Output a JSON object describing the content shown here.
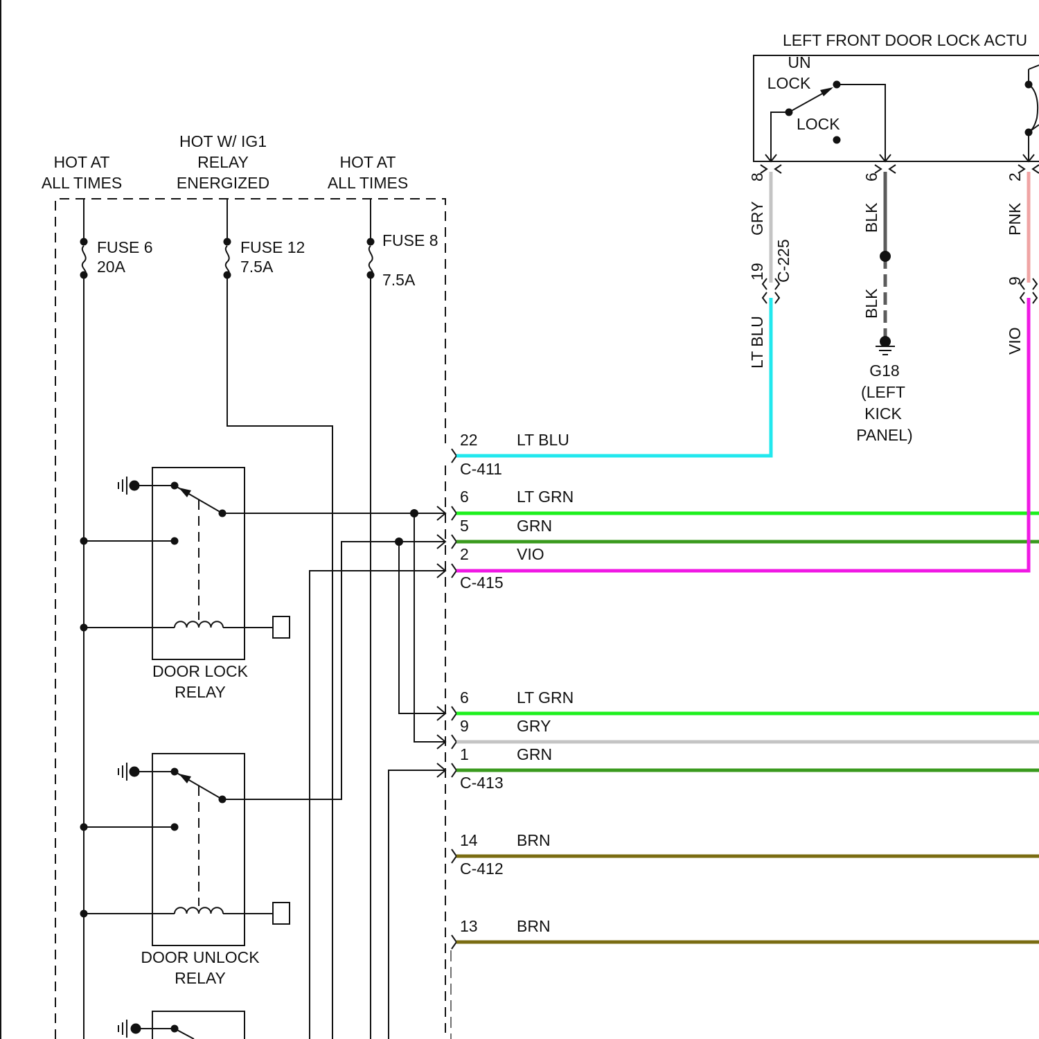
{
  "colors": {
    "lt_blu": "#22e8ee",
    "lt_grn": "#1ef01e",
    "grn": "#3a9a1e",
    "vio": "#f018e4",
    "gry": "#c4c4c4",
    "blk": "#5c5c5c",
    "pnk": "#f0a4a4",
    "brn": "#7a6c12"
  },
  "power": {
    "hot_at_all_times_left": [
      "HOT AT",
      "ALL TIMES"
    ],
    "hot_w_ig1": [
      "HOT W/ IG1",
      "RELAY",
      "ENERGIZED"
    ],
    "hot_at_all_times_right": [
      "HOT AT",
      "ALL TIMES"
    ]
  },
  "fuses": {
    "fuse6": {
      "name": "FUSE 6",
      "rating": "20A"
    },
    "fuse12": {
      "name": "FUSE 12",
      "rating": "7.5A"
    },
    "fuse8": {
      "name": "FUSE 8",
      "rating": "7.5A"
    }
  },
  "relays": {
    "door_lock": [
      "DOOR LOCK",
      "RELAY"
    ],
    "door_unlock": [
      "DOOR UNLOCK",
      "RELAY"
    ]
  },
  "actuator": {
    "title": "LEFT FRONT DOOR LOCK ACTU",
    "unlock_label": [
      "UN",
      "LOCK"
    ],
    "lock_label": "LOCK"
  },
  "actuator_pins": [
    {
      "pin": "8",
      "color": "GRY"
    },
    {
      "pin": "6",
      "color": "BLK"
    },
    {
      "pin": "2",
      "color": "PNK"
    }
  ],
  "c225": {
    "name": "C-225",
    "pin_left": "19",
    "pin_right": "9",
    "wire_left": "LT BLU",
    "wire_right": "VIO",
    "blk_lower": "BLK"
  },
  "ground": [
    "G18",
    "(LEFT",
    "KICK",
    "PANEL)"
  ],
  "connectors": {
    "c411": {
      "name": "C-411",
      "wires": [
        {
          "pin": "22",
          "color": "LT BLU"
        }
      ]
    },
    "c415": {
      "name": "C-415",
      "wires": [
        {
          "pin": "6",
          "color": "LT GRN"
        },
        {
          "pin": "5",
          "color": "GRN"
        },
        {
          "pin": "2",
          "color": "VIO"
        }
      ]
    },
    "c413": {
      "name": "C-413",
      "wires": [
        {
          "pin": "6",
          "color": "LT GRN"
        },
        {
          "pin": "9",
          "color": "GRY"
        },
        {
          "pin": "1",
          "color": "GRN"
        }
      ]
    },
    "c412": {
      "name": "C-412",
      "wires": [
        {
          "pin": "14",
          "color": "BRN"
        }
      ]
    },
    "c_unlabeled": {
      "wires": [
        {
          "pin": "13",
          "color": "BRN"
        }
      ]
    }
  }
}
